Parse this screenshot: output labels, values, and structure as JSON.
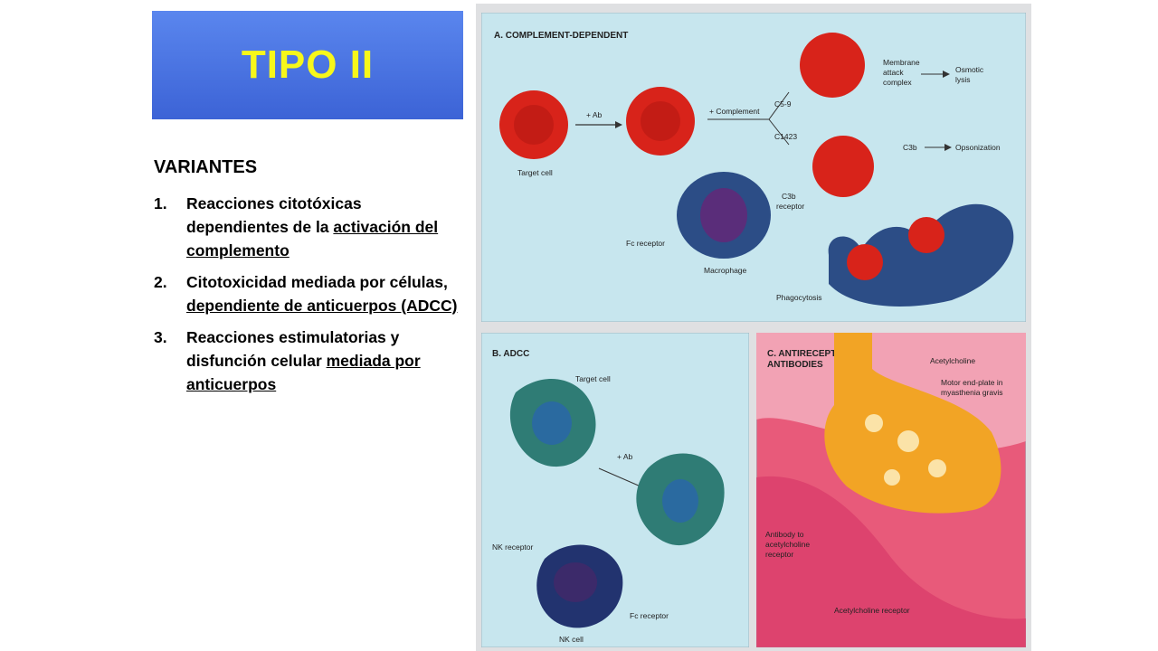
{
  "title": "TIPO II",
  "heading": "VARIANTES",
  "items": [
    {
      "num": "1.",
      "pre": "Reacciones citotóxicas dependientes de la ",
      "ul": "activación del complemento",
      "post": ""
    },
    {
      "num": "2.",
      "pre": "Citotoxicidad mediada por células, ",
      "ul": "dependiente de anticuerpos (ADCC)",
      "post": ""
    },
    {
      "num": "3.",
      "pre": "Reacciones estimulatorias y disfunción celular ",
      "ul": "mediada por anticuerpos",
      "post": ""
    }
  ],
  "figure": {
    "panel_a": {
      "title": "A. COMPLEMENT-DEPENDENT",
      "target_cell": "Target cell",
      "plus_ab": "+ Ab",
      "plus_complement": "+ Complement",
      "c59": "C5-9",
      "c1423": "C1423",
      "mac1": "Membrane",
      "mac2": "attack",
      "mac3": "complex",
      "osmotic1": "Osmotic",
      "osmotic2": "lysis",
      "c3b": "C3b",
      "opsonization": "Opsonization",
      "c3b_receptor1": "C3b",
      "c3b_receptor2": "receptor",
      "fc_receptor": "Fc receptor",
      "macrophage": "Macrophage",
      "phagocytosis": "Phagocytosis"
    },
    "panel_b": {
      "title": "B. ADCC",
      "target_cell": "Target cell",
      "plus_ab": "+ Ab",
      "nk_receptor": "NK receptor",
      "nk_cell": "NK cell",
      "fc_receptor": "Fc receptor"
    },
    "panel_c": {
      "title1": "C. ANTIRECEPTOR",
      "title2": "ANTIBODIES",
      "acetylcholine": "Acetylcholine",
      "motor1": "Motor end-plate in",
      "motor2": "myasthenia gravis",
      "antibody1": "Antibody to",
      "antibody2": "acetylcholine",
      "antibody3": "receptor",
      "ach_receptor": "Acetylcholine receptor"
    }
  }
}
